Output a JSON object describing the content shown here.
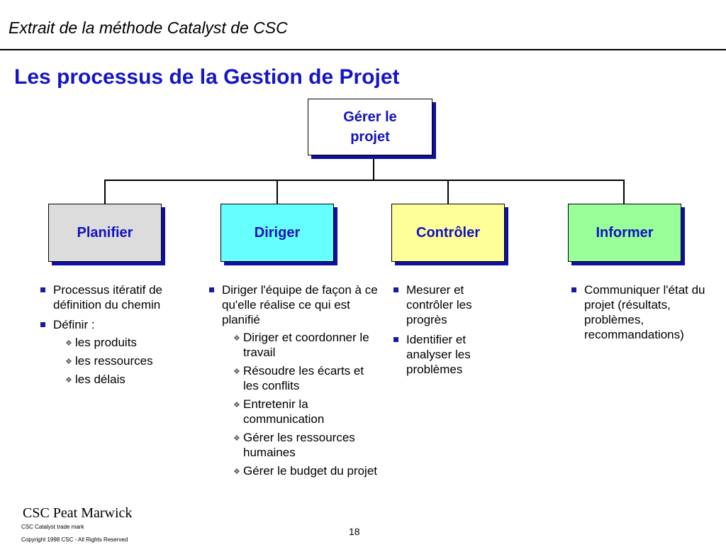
{
  "header": {
    "text": "Extrait de la méthode Catalyst de CSC"
  },
  "title": "Les processus de la Gestion de Projet",
  "root": {
    "line1": "Gérer le",
    "line2": "projet"
  },
  "children": [
    {
      "label": "Planifier",
      "color": "#dcdcdc"
    },
    {
      "label": "Diriger",
      "color": "#66ffff"
    },
    {
      "label": "Contrôler",
      "color": "#ffff99"
    },
    {
      "label": "Informer",
      "color": "#99ff99"
    }
  ],
  "columns": {
    "planifier": {
      "items": [
        "Processus itératif de définition du chemin",
        "Définir :"
      ],
      "subitems": [
        "les produits",
        "les ressources",
        "les délais"
      ]
    },
    "diriger": {
      "items": [
        "Diriger l'équipe de façon à ce qu'elle réalise ce qui est planifié"
      ],
      "subitems": [
        "Diriger et coordonner le travail",
        "Résoudre les écarts et les  conflits",
        "Entretenir la communication",
        "Gérer les ressources humaines",
        "Gérer le budget du projet"
      ]
    },
    "controler": {
      "items": [
        "Mesurer et contrôler les progrès",
        "Identifier et analyser les problèmes"
      ]
    },
    "informer": {
      "items": [
        "Communiquer l'état du projet (résultats, problèmes, recommandations)"
      ]
    }
  },
  "footer": {
    "logo": "CSC Peat Marwick",
    "trademark": "CSC Catalyst trade mark",
    "copyright": "Copyright 1998 CSC - All Rights Reserved",
    "page_number": "18"
  }
}
